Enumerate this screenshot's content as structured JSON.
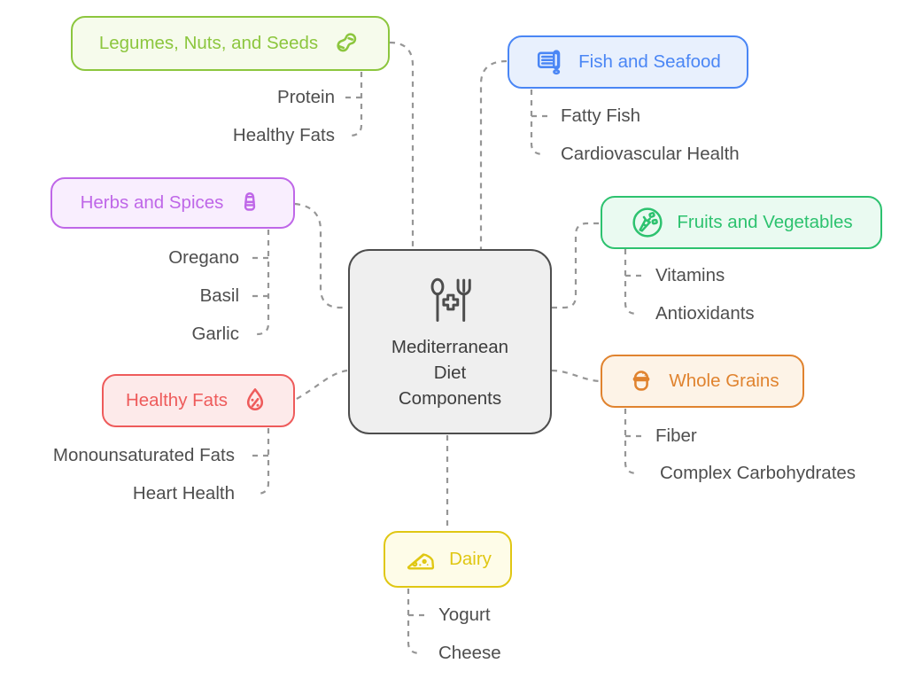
{
  "title": "Mediterranean Diet Components",
  "center": {
    "label": "Mediterranean Diet Components",
    "lines": [
      "Mediterranean",
      "Diet",
      "Components"
    ],
    "icon": "cutlery-plus-icon",
    "border_color": "#4d4d4d",
    "background": "#efefef"
  },
  "branches": [
    {
      "label": "Legumes, Nuts, and Seeds",
      "icon": "peanut-icon",
      "color": "#8cc63e",
      "background": "#f6fbec",
      "icon_side": "right",
      "children": [
        "Protein",
        "Healthy Fats"
      ]
    },
    {
      "label": "Fish and Seafood",
      "icon": "canned-fish-icon",
      "color": "#4a86f5",
      "background": "#e8f0fd",
      "icon_side": "left",
      "children": [
        "Fatty Fish",
        "Cardiovascular Health"
      ]
    },
    {
      "label": "Herbs and Spices",
      "icon": "salt-shaker-icon",
      "color": "#bf67e8",
      "background": "#f9eefe",
      "icon_side": "right",
      "children": [
        "Oregano",
        "Basil",
        "Garlic"
      ]
    },
    {
      "label": "Fruits and Vegetables",
      "icon": "vegetables-icon",
      "color": "#2dc26f",
      "background": "#eafaf1",
      "icon_side": "left",
      "children": [
        "Vitamins",
        "Antioxidants"
      ]
    },
    {
      "label": "Whole Grains",
      "icon": "grain-pot-icon",
      "color": "#e0832f",
      "background": "#fdf3e7",
      "icon_side": "left",
      "children": [
        "Fiber",
        "Complex Carbohydrates"
      ]
    },
    {
      "label": "Healthy Fats",
      "icon": "oil-drop-percent-icon",
      "color": "#ee5b5b",
      "background": "#fdeaea",
      "icon_side": "right",
      "children": [
        "Monounsaturated Fats",
        "Heart Health"
      ]
    },
    {
      "label": "Dairy",
      "icon": "cheese-icon",
      "color": "#e0c713",
      "background": "#fefce8",
      "icon_side": "left",
      "children": [
        "Yogurt",
        "Cheese"
      ]
    }
  ],
  "connector_color": "#969696"
}
